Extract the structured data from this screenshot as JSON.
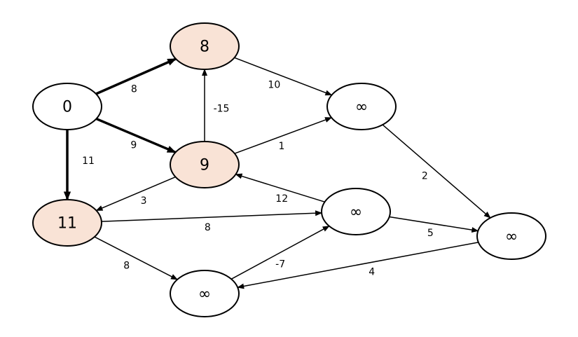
{
  "colors": {
    "visited_fill": "#f9e3d6",
    "unvisited_fill": "#ffffff",
    "stroke": "#000000"
  },
  "nodes": [
    {
      "id": "A",
      "label": "0",
      "visited": false
    },
    {
      "id": "B",
      "label": "8",
      "visited": true
    },
    {
      "id": "C",
      "label": "9",
      "visited": true
    },
    {
      "id": "D",
      "label": "11",
      "visited": true
    },
    {
      "id": "E",
      "label": "∞",
      "visited": false
    },
    {
      "id": "F",
      "label": "∞",
      "visited": false
    },
    {
      "id": "G",
      "label": "∞",
      "visited": false
    },
    {
      "id": "H",
      "label": "∞",
      "visited": false
    }
  ],
  "edges": [
    {
      "from": "A",
      "to": "B",
      "weight": "8",
      "bold": true
    },
    {
      "from": "A",
      "to": "C",
      "weight": "9",
      "bold": true
    },
    {
      "from": "A",
      "to": "D",
      "weight": "11",
      "bold": true
    },
    {
      "from": "C",
      "to": "B",
      "weight": "-15",
      "bold": false
    },
    {
      "from": "B",
      "to": "E",
      "weight": "10",
      "bold": false
    },
    {
      "from": "C",
      "to": "E",
      "weight": "1",
      "bold": false
    },
    {
      "from": "C",
      "to": "D",
      "weight": "3",
      "bold": false
    },
    {
      "from": "F",
      "to": "C",
      "weight": "12",
      "bold": false
    },
    {
      "from": "E",
      "to": "G",
      "weight": "2",
      "bold": false
    },
    {
      "from": "D",
      "to": "F",
      "weight": "8",
      "bold": false
    },
    {
      "from": "D",
      "to": "H",
      "weight": "8",
      "bold": false
    },
    {
      "from": "F",
      "to": "G",
      "weight": "5",
      "bold": false
    },
    {
      "from": "H",
      "to": "F",
      "weight": "-7",
      "bold": false
    },
    {
      "from": "G",
      "to": "H",
      "weight": "4",
      "bold": false
    }
  ]
}
